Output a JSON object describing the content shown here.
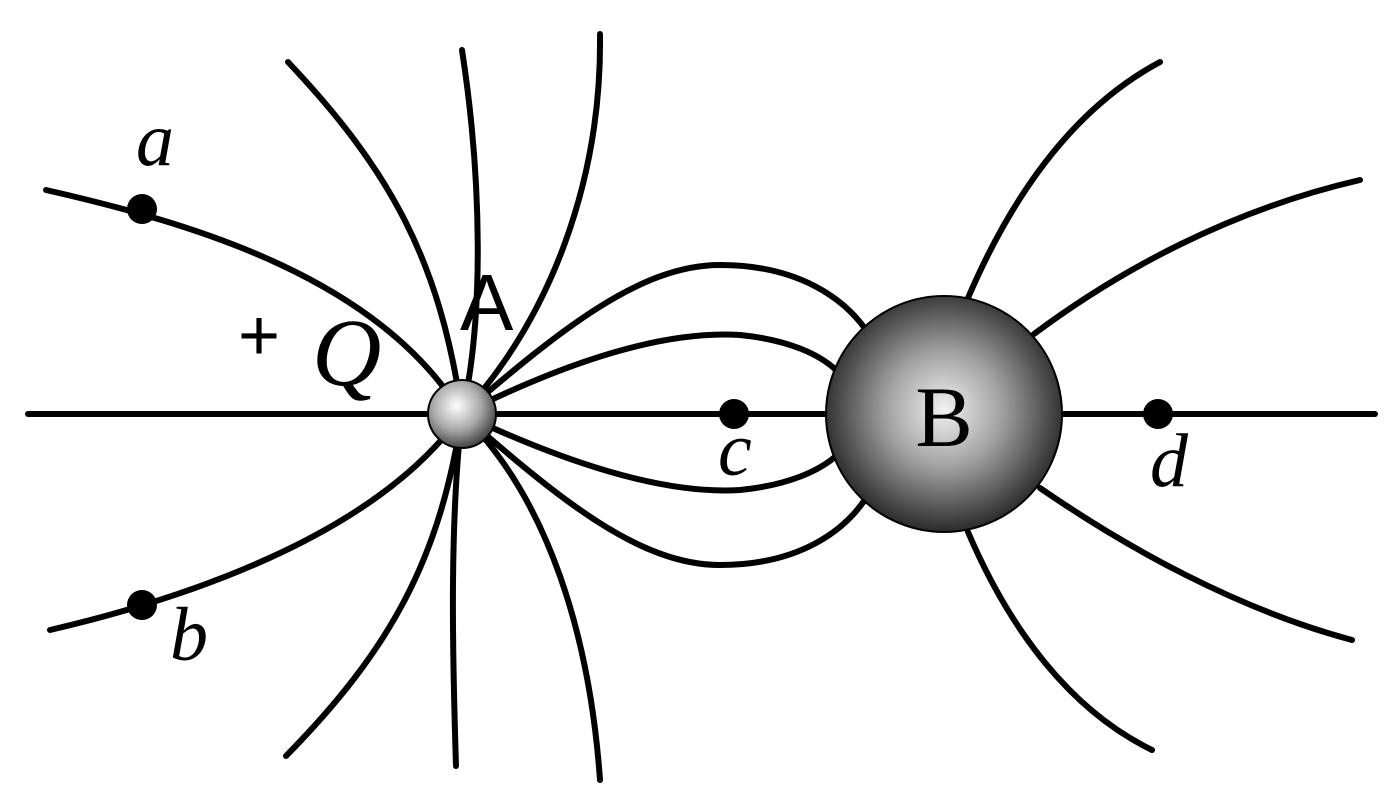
{
  "diagram": {
    "charge_a_label": "A",
    "charge_a_sign": "+",
    "charge_a_symbol": "Q",
    "sphere_b_label": "B",
    "points": {
      "a": "a",
      "b": "b",
      "c": "c",
      "d": "d"
    }
  },
  "colors": {
    "line": "#000000",
    "background": "#ffffff",
    "sphere_highlight": "#f2f2f2",
    "sphere_shadow": "#1e1e1e"
  }
}
